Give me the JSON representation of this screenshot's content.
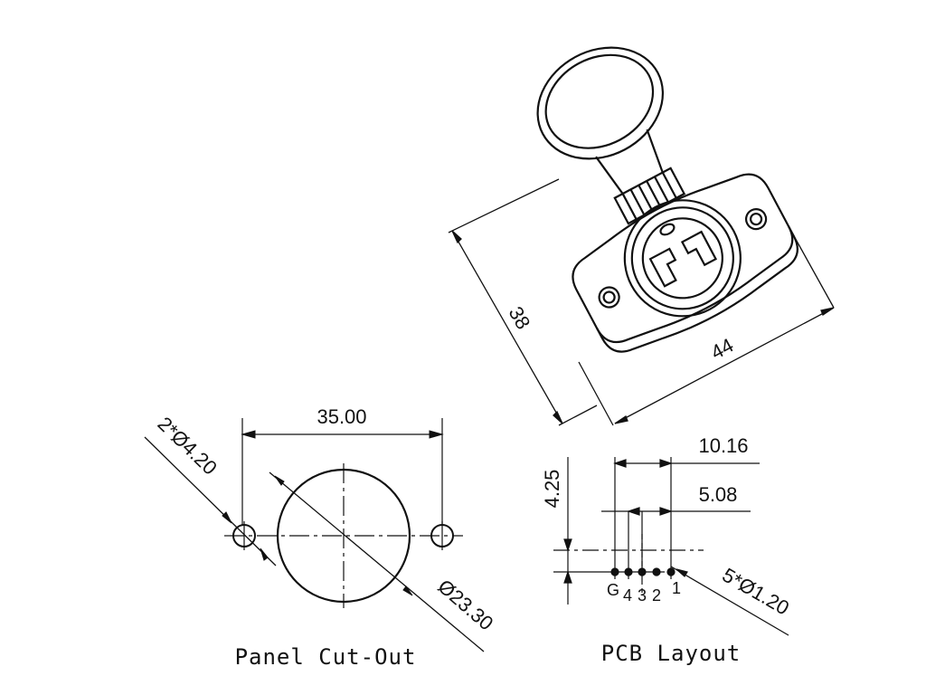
{
  "colors": {
    "ink": "#111111",
    "paper": "#ffffff"
  },
  "connector_view": {
    "dim_height": "38",
    "dim_width": "44"
  },
  "panel_cutout": {
    "caption": "Panel Cut-Out",
    "dim_spacing": "35.00",
    "dim_hole": "2*Ø4.20",
    "dim_bore": "Ø23.30"
  },
  "pcb_layout": {
    "caption": "PCB Layout",
    "dim_outer_spacing": "10.16",
    "dim_inner_spacing": "5.08",
    "dim_offset": "4.25",
    "dim_pins": "5*Ø1.20",
    "pin_labels": [
      "G",
      "4",
      "3",
      "2",
      "1"
    ]
  }
}
